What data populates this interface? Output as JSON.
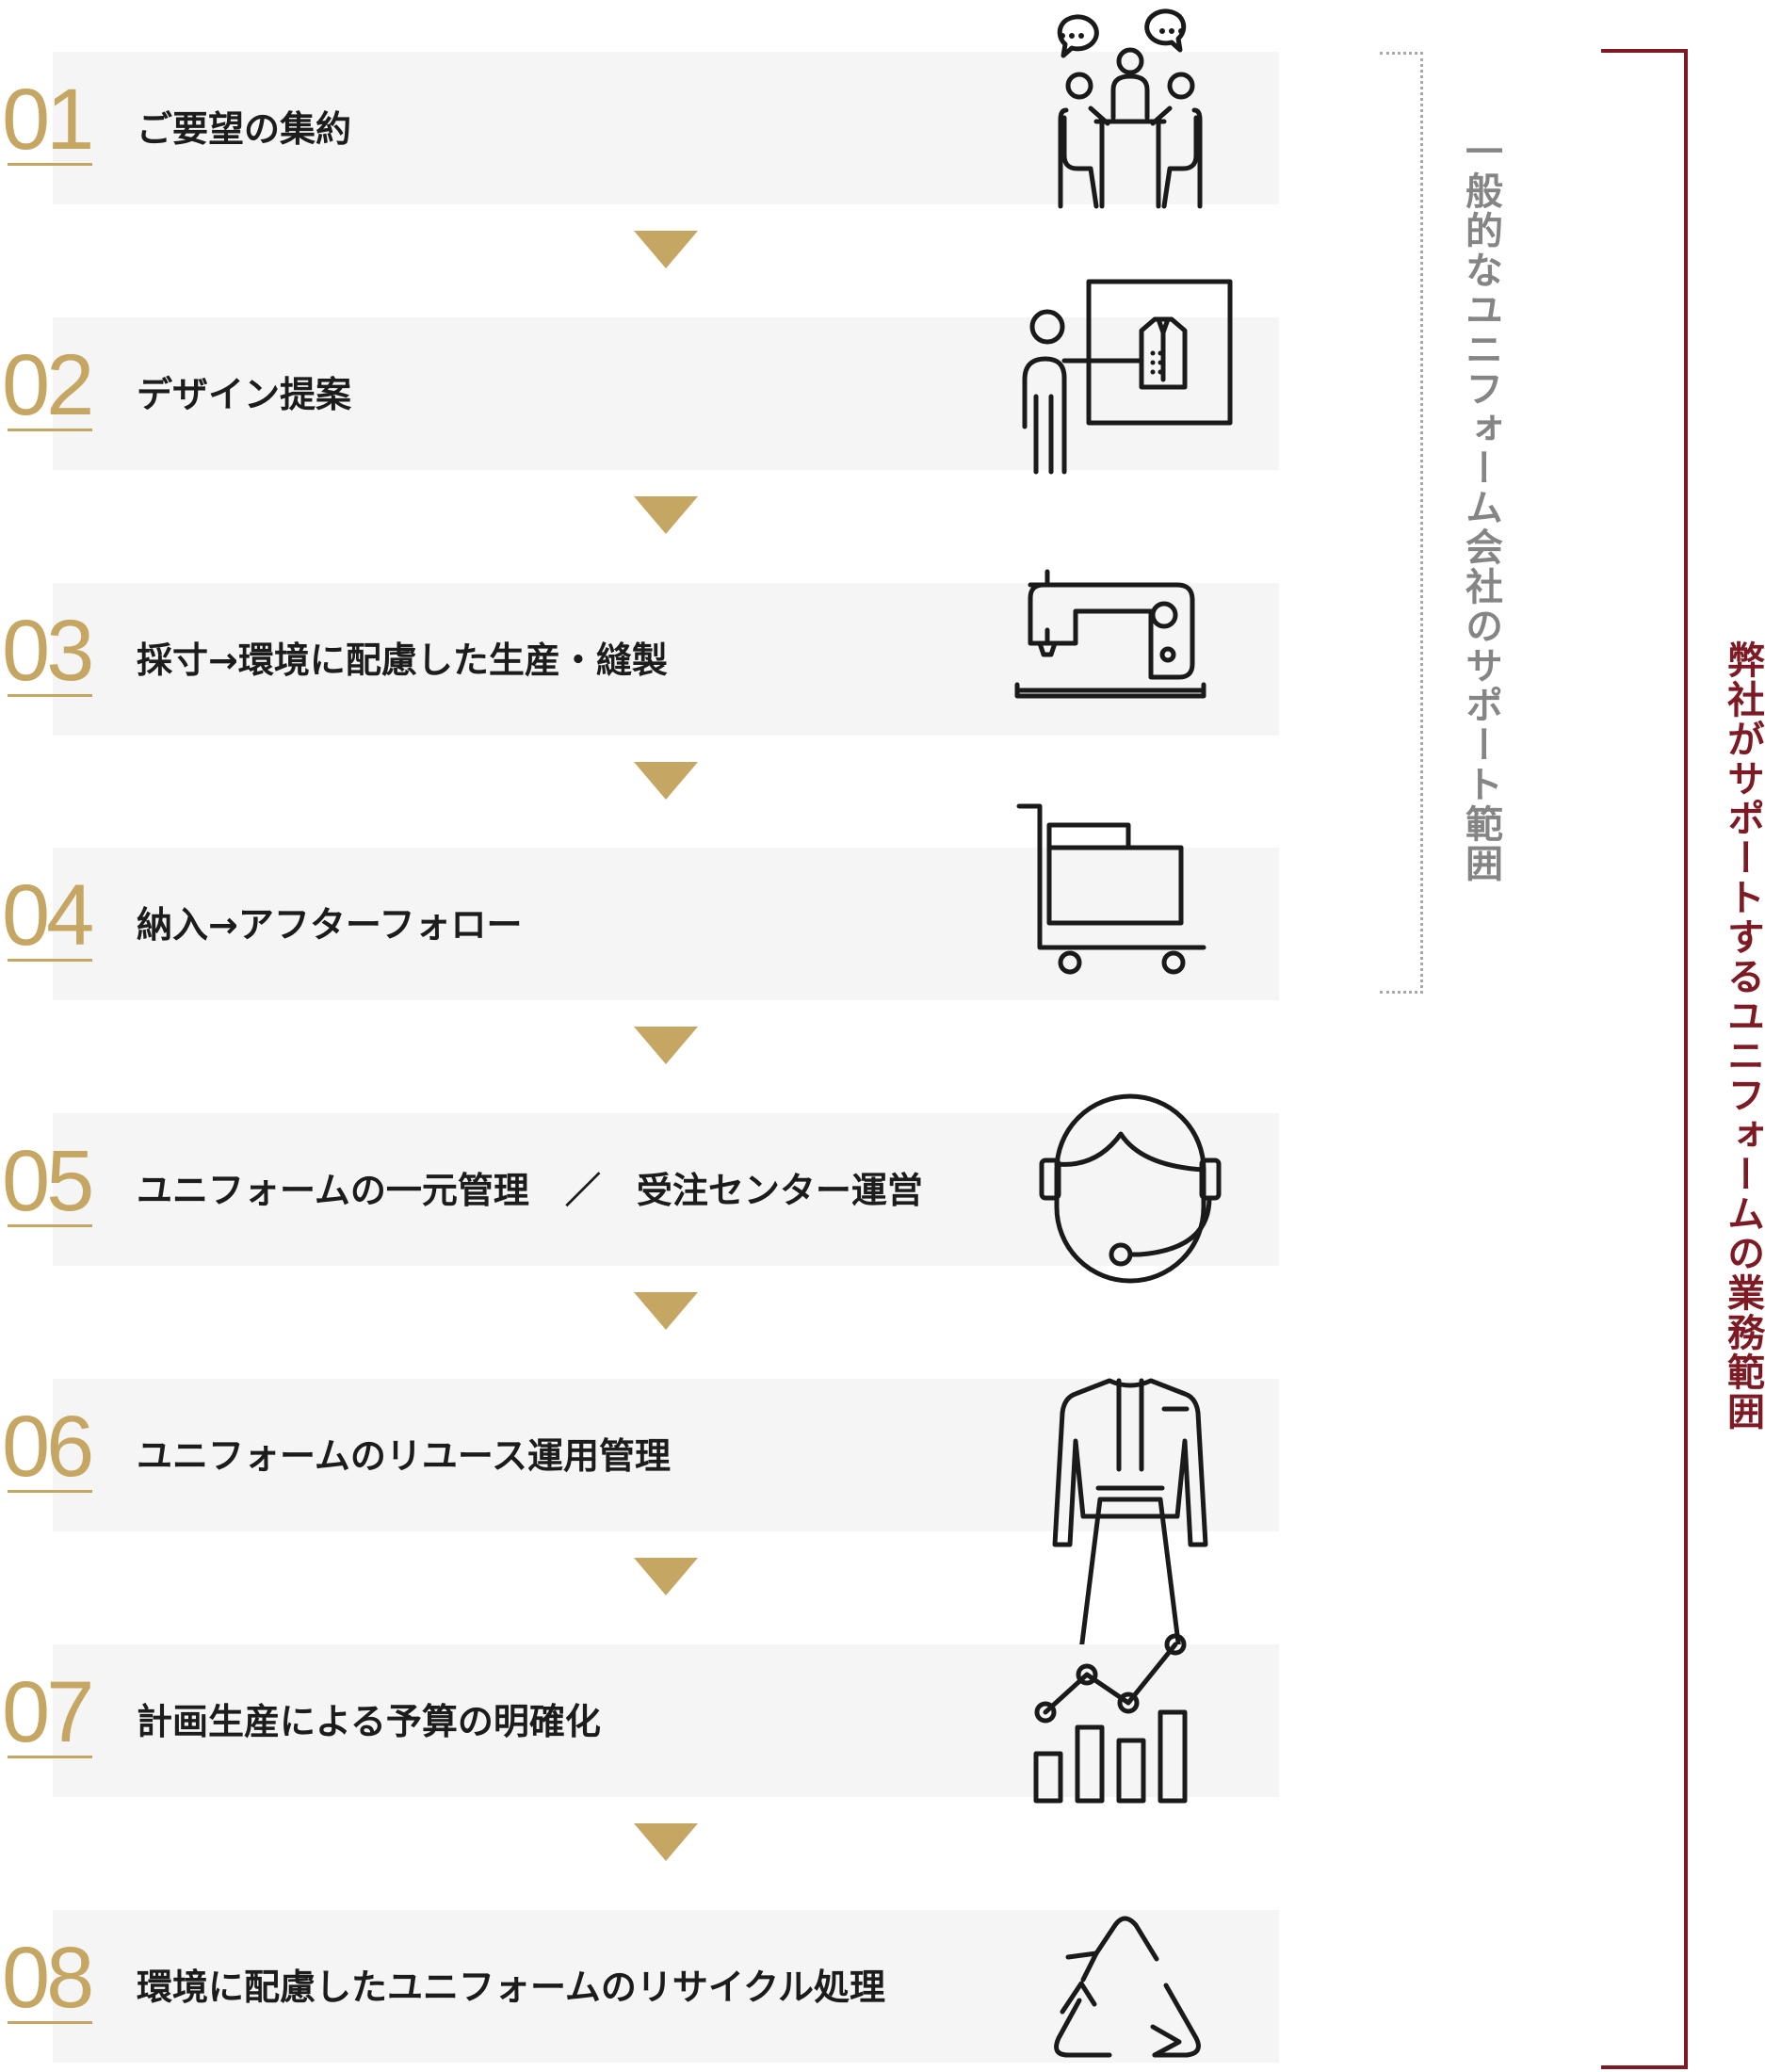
{
  "steps": [
    {
      "num": "01",
      "label": "ご要望の集約",
      "icon": "meeting-icon"
    },
    {
      "num": "02",
      "label": "デザイン提案",
      "icon": "presentation-icon"
    },
    {
      "num": "03",
      "label": "採寸→環境に配慮した生産・縫製",
      "icon": "sewing-machine-icon"
    },
    {
      "num": "04",
      "label": "納入→アフターフォロー",
      "icon": "delivery-cart-icon"
    },
    {
      "num": "05",
      "label": "ユニフォームの一元管理　／　受注センター運営",
      "icon": "headset-operator-icon"
    },
    {
      "num": "06",
      "label": "ユニフォームのリユース運用管理",
      "icon": "uniform-dress-icon"
    },
    {
      "num": "07",
      "label": "計画生産による予算の明確化",
      "icon": "growth-chart-icon"
    },
    {
      "num": "08",
      "label": "環境に配慮したユニフォームのリサイクル処理",
      "icon": "recycle-icon"
    }
  ],
  "general_scope_label": "一般的なユニフォーム会社のサポート範囲",
  "our_scope_label": "弊社がサポートするユニフォームの業務範囲",
  "colors": {
    "accent_gold": "#c6a663",
    "brand_red": "#7d1a24",
    "step_background": "#f5f5f5",
    "muted_gray": "#858585"
  }
}
